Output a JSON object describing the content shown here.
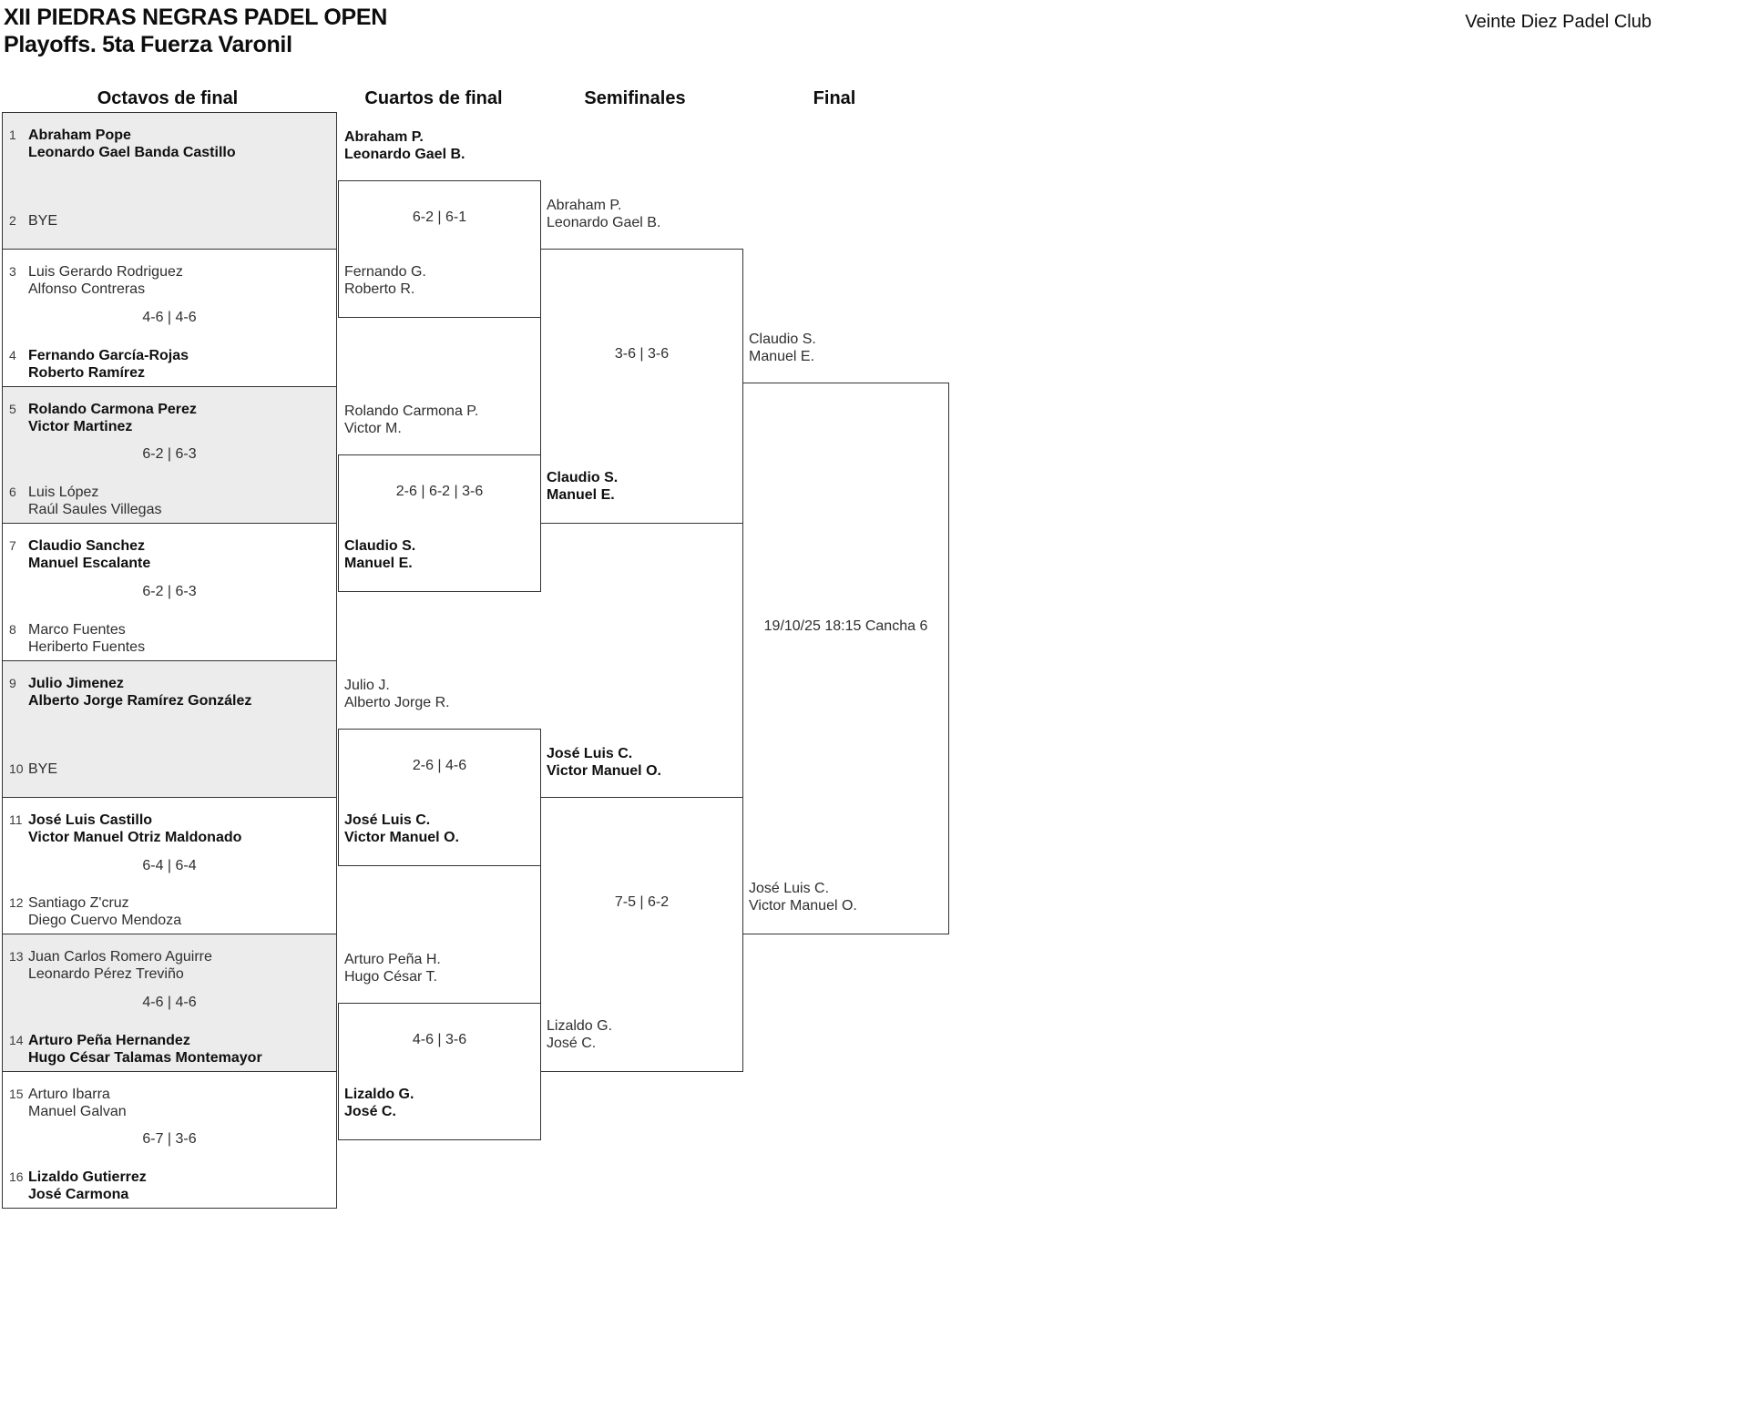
{
  "header": {
    "title": "XII PIEDRAS NEGRAS PADEL OPEN",
    "subtitle": "Playoffs. 5ta Fuerza Varonil",
    "club": "Veinte Diez Padel Club"
  },
  "rounds": [
    {
      "label": "Octavos de final"
    },
    {
      "label": "Cuartos de final"
    },
    {
      "label": "Semifinales"
    },
    {
      "label": "Final"
    }
  ],
  "r16": [
    {
      "seed_top": "1",
      "top1": "Abraham Pope",
      "top2": "Leonardo Gael Banda Castillo",
      "w_top": "1",
      "score": "",
      "seed_bot": "2",
      "bot1": "BYE",
      "bot2": "",
      "w_bot": "",
      "bye": "1"
    },
    {
      "seed_top": "3",
      "top1": "Luis Gerardo Rodriguez",
      "top2": "Alfonso Contreras",
      "w_top": "",
      "score": "4-6 | 4-6",
      "seed_bot": "4",
      "bot1": "Fernando García-Rojas",
      "bot2": "Roberto Ramírez",
      "w_bot": "1",
      "bye": ""
    },
    {
      "seed_top": "5",
      "top1": "Rolando Carmona Perez",
      "top2": "Victor Martinez",
      "w_top": "1",
      "score": "6-2 | 6-3",
      "seed_bot": "6",
      "bot1": "Luis López",
      "bot2": "Raúl Saules Villegas",
      "w_bot": "",
      "bye": ""
    },
    {
      "seed_top": "7",
      "top1": "Claudio Sanchez",
      "top2": "Manuel Escalante",
      "w_top": "1",
      "score": "6-2 | 6-3",
      "seed_bot": "8",
      "bot1": "Marco Fuentes",
      "bot2": "Heriberto Fuentes",
      "w_bot": "",
      "bye": ""
    },
    {
      "seed_top": "9",
      "top1": "Julio Jimenez",
      "top2": "Alberto Jorge Ramírez González",
      "w_top": "1",
      "score": "",
      "seed_bot": "10",
      "bot1": "BYE",
      "bot2": "",
      "w_bot": "",
      "bye": "1"
    },
    {
      "seed_top": "11",
      "top1": "José Luis Castillo",
      "top2": "Victor Manuel Otriz Maldonado",
      "w_top": "1",
      "score": "6-4 | 6-4",
      "seed_bot": "12",
      "bot1": "Santiago Z'cruz",
      "bot2": "Diego Cuervo Mendoza",
      "w_bot": "",
      "bye": ""
    },
    {
      "seed_top": "13",
      "top1": "Juan Carlos Romero Aguirre",
      "top2": "Leonardo Pérez Treviño",
      "w_top": "",
      "score": "4-6 | 4-6",
      "seed_bot": "14",
      "bot1": "Arturo Peña Hernandez",
      "bot2": "Hugo César Talamas Montemayor",
      "w_bot": "1",
      "bye": ""
    },
    {
      "seed_top": "15",
      "top1": "Arturo Ibarra",
      "top2": "Manuel Galvan",
      "w_top": "",
      "score": "6-7 | 3-6",
      "seed_bot": "16",
      "bot1": "Lizaldo Gutierrez",
      "bot2": "José Carmona",
      "w_bot": "1",
      "bye": ""
    }
  ],
  "qf": [
    {
      "top1": "Abraham P.",
      "top2": "Leonardo Gael B.",
      "w_top": "1",
      "score": "6-2 | 6-1",
      "bot1": "Fernando G.",
      "bot2": "Roberto R.",
      "w_bot": ""
    },
    {
      "top1": "Rolando Carmona P.",
      "top2": "Victor M.",
      "w_top": "",
      "score": "2-6 | 6-2 | 3-6",
      "bot1": "Claudio S.",
      "bot2": "Manuel E.",
      "w_bot": "1"
    },
    {
      "top1": "Julio J.",
      "top2": "Alberto Jorge R.",
      "w_top": "",
      "score": "2-6 | 4-6",
      "bot1": "José Luis C.",
      "bot2": "Victor Manuel O.",
      "w_bot": "1"
    },
    {
      "top1": "Arturo Peña H.",
      "top2": "Hugo César T.",
      "w_top": "",
      "score": "4-6 | 3-6",
      "bot1": "Lizaldo G.",
      "bot2": "José C.",
      "w_bot": "1"
    }
  ],
  "sf": [
    {
      "top1": "Abraham P.",
      "top2": "Leonardo Gael B.",
      "w_top": "",
      "score": "3-6 | 3-6",
      "bot1": "Claudio S.",
      "bot2": "Manuel E.",
      "w_bot": "1"
    },
    {
      "top1": "José Luis C.",
      "top2": "Victor Manuel O.",
      "w_top": "1",
      "score": "7-5 | 6-2",
      "bot1": "Lizaldo G.",
      "bot2": "José C.",
      "w_bot": ""
    }
  ],
  "final": {
    "top1": "Claudio S.",
    "top2": "Manuel E.",
    "w_top": "",
    "schedule": "19/10/25 18:15 Cancha 6",
    "bot1": "José Luis C.",
    "bot2": "Victor Manuel O.",
    "w_bot": ""
  }
}
